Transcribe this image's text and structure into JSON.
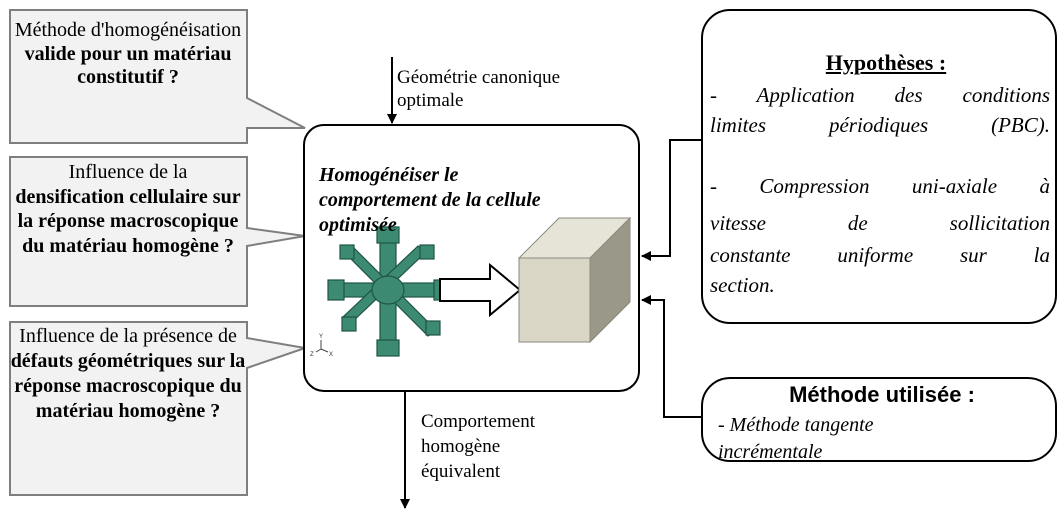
{
  "callouts": [
    {
      "pre": "Méthode d'homogénéisation",
      "bold": "valide pour un matériau constitutif ?"
    },
    {
      "pre": "Influence de la",
      "bold": "densification cellulaire sur la réponse macroscopique du matériau homogène ?"
    },
    {
      "pre": "Influence de la présence de",
      "bold": "défauts géométriques sur la réponse macroscopique du matériau homogène ?"
    }
  ],
  "input_label": [
    "Géométrie canonique",
    "optimale"
  ],
  "central": {
    "title": [
      "Homogénéiser le",
      "comportement de la cellule",
      "optimisée"
    ],
    "axis": {
      "y": "Y",
      "z": "Z",
      "x": "X"
    }
  },
  "output_label": [
    "Comportement",
    "homogène",
    "équivalent"
  ],
  "hypotheses": {
    "title": "Hypothèses :",
    "lines": [
      "- Application des conditions",
      "limites périodiques (PBC).",
      "- Compression uni-axiale à",
      "vitesse de sollicitation",
      "constante uniforme sur la",
      "section."
    ]
  },
  "methode": {
    "title": "Méthode utilisée :",
    "lines": [
      "- Méthode tangente",
      "incrémentale"
    ]
  },
  "colors": {
    "callout_fill": "#f2f2f2",
    "lattice": "#3d8a73",
    "cube_front": "#d9d6c6",
    "cube_top": "#e6e4d6",
    "cube_side": "#9a9888"
  }
}
